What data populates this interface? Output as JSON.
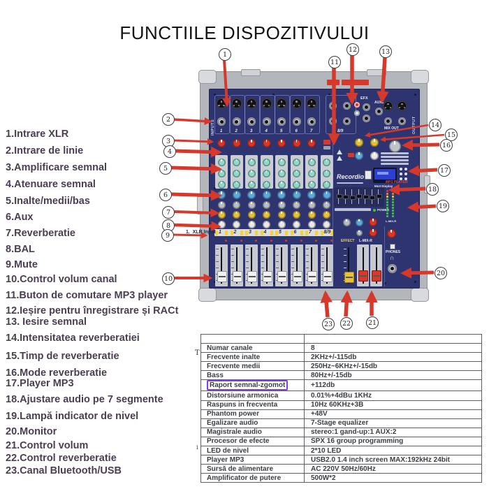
{
  "title": "FUNCTIILE DISPOZITIVULUI",
  "functions": [
    "1.Intrare XLR",
    "2.Intrare de linie",
    "3.Amplificare semnal",
    "4.Atenuare semnal",
    "5.Inalte/medii/bas",
    "6.Aux",
    "7.Reverberatie",
    "8.BAL",
    "9.Mute",
    "10.Control volum canal",
    "11.Buton de comutare MP3 player",
    "12.Ieșire pentru înregistrare și RACt",
    "13. Iesire semnal",
    "14.Intensitatea reverberatiei",
    "15.Timp de reverberatie",
    "16.Mode reverberatie",
    "17.Player MP3",
    "18.Ajustare audio pe 7 segmente",
    "19.Lampă indicator de nivel",
    "20.Monitor",
    "21.Control volum",
    "22.Control reverberatie",
    "23.Canal Bluetooth/USB"
  ],
  "callout_numbers": [
    "1",
    "2",
    "3",
    "4",
    "5",
    "6",
    "7",
    "8",
    "9",
    "10",
    "11",
    "12",
    "13",
    "14",
    "15",
    "16",
    "17",
    "18",
    "19",
    "20",
    "21",
    "22",
    "23"
  ],
  "mixer": {
    "brand": "Recordio",
    "labels": {
      "inputs": "INPUTS",
      "output": "OUTPUT",
      "efx": "EFX",
      "aux1": "AUX1",
      "mix_out": "MIX OUT",
      "mp3_display": "Mp3 Display",
      "mp3_player": "MP3 PLAYER",
      "effect": "EFFECT",
      "l_mix_r": "L-MIX-R",
      "phones": "PHONES",
      "power": "POWER",
      "xlr_overlay": "1.  XLR Input"
    },
    "channel_numbers": [
      "1",
      "2",
      "3",
      "4",
      "5",
      "6",
      "7",
      "8/9"
    ]
  },
  "spec_table": {
    "margin_glyph_top": "T",
    "margin_glyph_bottom": "i",
    "rows": [
      {
        "label": "",
        "value": ""
      },
      {
        "label": "Numar canale",
        "value": "8"
      },
      {
        "label": "Frecvente inalte",
        "value": "2KHz+/-115db"
      },
      {
        "label": "Frecvente medii",
        "value": "250Hz~6KHz+/-15db"
      },
      {
        "label": "Bass",
        "value": "80Hz+/-15db"
      },
      {
        "label": "Raport semnal-zgomot",
        "value": "+112db",
        "highlight": true
      },
      {
        "label": "Distorsiune armonica",
        "value": "0.01%+4dBu 1KHz"
      },
      {
        "label": "Raspuns in frecventa",
        "value": "10Hz 60KHz+3B"
      },
      {
        "label": "Phantom power",
        "value": "+48V"
      },
      {
        "label": "Egalizare audio",
        "value": "7-Stage equalizer"
      },
      {
        "label": "Magistrale audio",
        "value": "stereo:1 gand-up:1 AUX:2"
      },
      {
        "label": "Procesor de efecte",
        "value": "SPX 16 group programming"
      },
      {
        "label": "LED de nivel",
        "value": "2*10 LED"
      },
      {
        "label": "Player MP3",
        "value": "USB2.0 1.4 inch screen MAX:192kHz 24bit"
      },
      {
        "label": "Sursă de alimentare",
        "value": "AC 220V 50Hz/60Hz"
      },
      {
        "label": "Amplificator de putere",
        "value": "500W*2"
      }
    ]
  }
}
